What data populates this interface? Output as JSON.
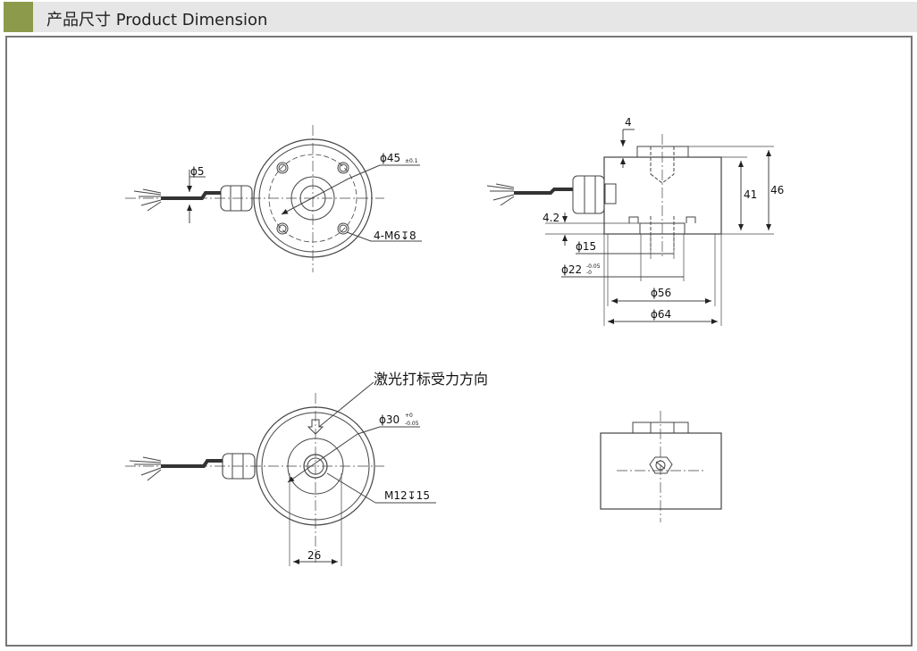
{
  "header": {
    "title": "产品尺寸 Product Dimension"
  },
  "colors": {
    "accent": "#8c9a4b",
    "header_bg": "#e6e6e6",
    "frame": "#777777",
    "line": "#444444"
  },
  "top_view": {
    "cable_diameter": "ϕ5",
    "flange_diameter": "ϕ45",
    "flange_tolerance": "±0.1",
    "holes": "4-M6↧8"
  },
  "side_view": {
    "top_offset": "4",
    "height_inner": "41",
    "height_total": "46",
    "bottom_offset": "4.2",
    "d15": "ϕ15",
    "d22": "ϕ22",
    "d22_tol_upper": "-0.05",
    "d22_tol_lower": "-0",
    "d56": "ϕ56",
    "d64": "ϕ64"
  },
  "bottom_view": {
    "note": "激光打标受力方向",
    "d30": "ϕ30",
    "d30_tol_upper": "+0",
    "d30_tol_lower": "-0.05",
    "thread": "M12↧15",
    "width": "26"
  }
}
